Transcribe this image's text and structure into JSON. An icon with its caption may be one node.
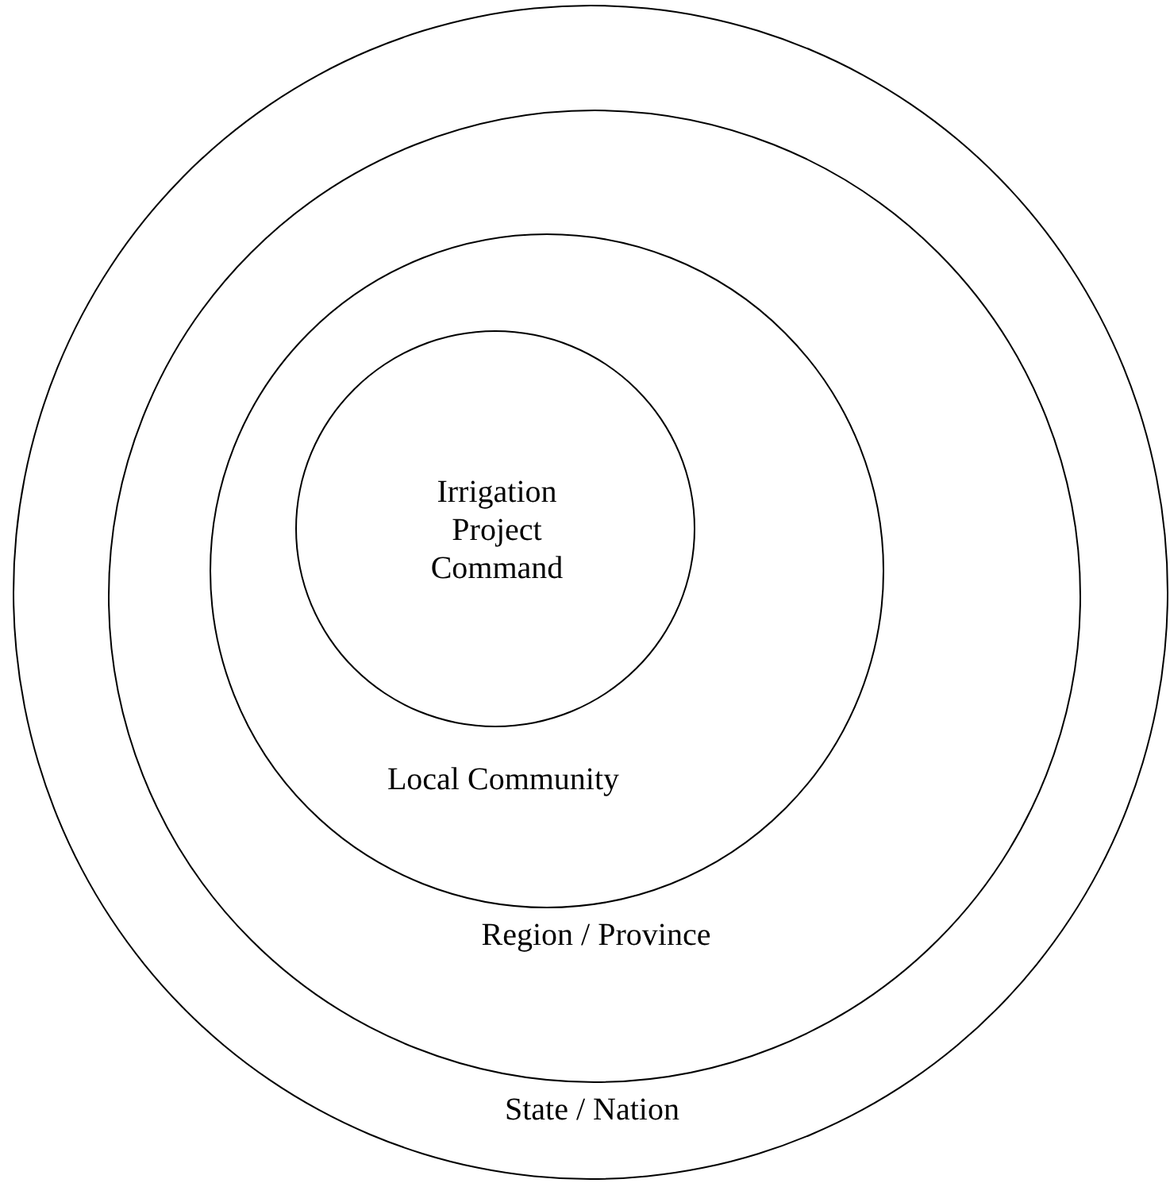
{
  "diagram": {
    "nodes": [
      {
        "text": [
          "State / Nation"
        ]
      },
      {
        "text": [
          "Region / Province"
        ],
        "in": 0
      },
      {
        "text": [
          "Local Community"
        ],
        "in": 1
      },
      {
        "text": [
          "Irrigation Project Command"
        ],
        "in": 2
      }
    ]
  }
}
